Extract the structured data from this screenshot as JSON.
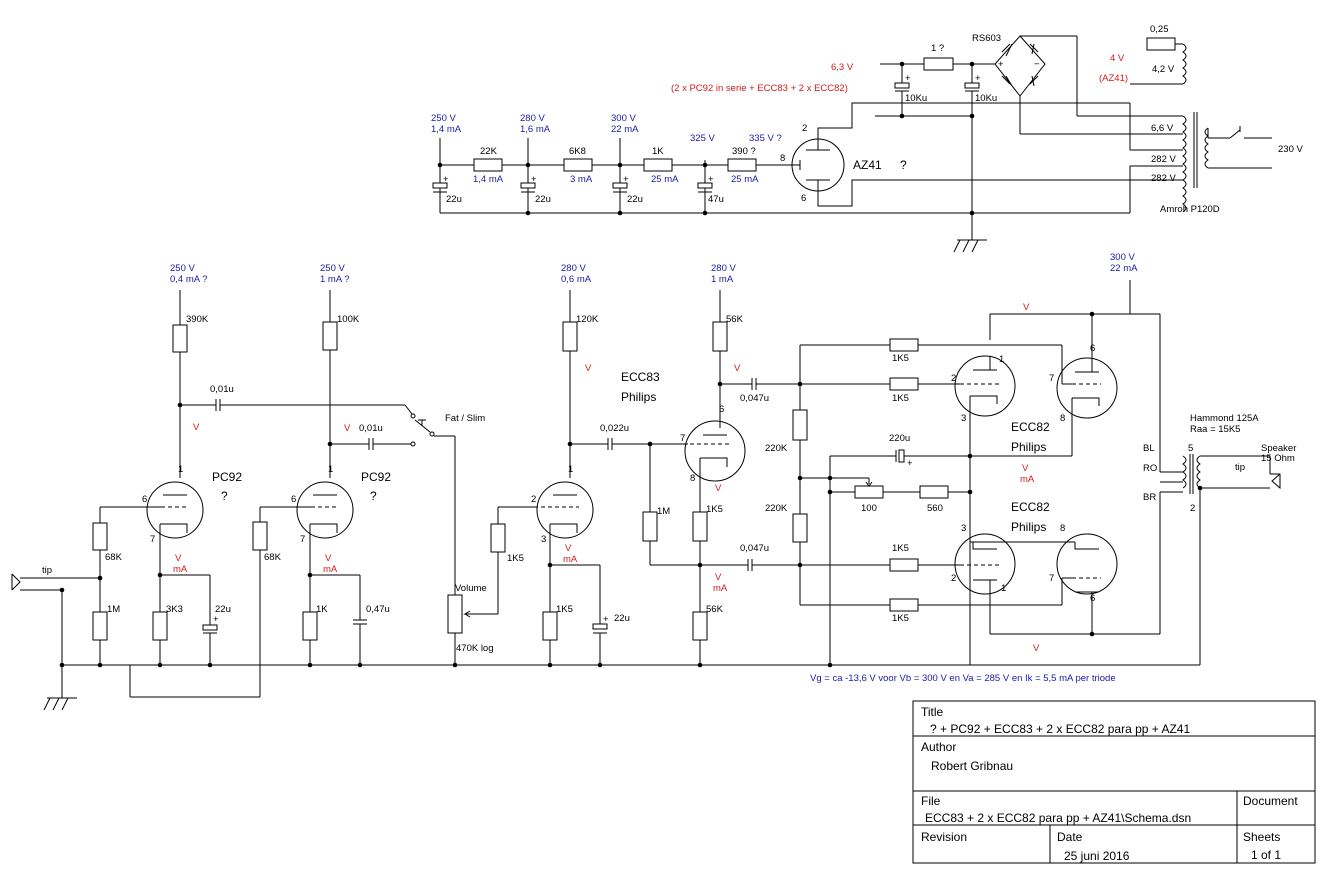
{
  "schematic": {
    "psu": {
      "rect_tube": "AZ41",
      "rect_tube_q": "?",
      "pin2": "2",
      "pin8": "8",
      "pin6": "6",
      "bridge": "RS603",
      "heater_v": "6,3 V",
      "heater_note": "(2 x PC92 in serie + ECC83 + 2 x ECC82)",
      "r_heater": "1 ?",
      "c_heater1": "10Ku",
      "c_heater2": "10Ku",
      "trafo": "Amroh P120D",
      "mains": "230 V",
      "sec_66": "6,6 V",
      "sec_282a": "282 V",
      "sec_282b": "282 V",
      "sec_42": "4,2 V",
      "r_025": "0,25",
      "v_4": "4 V",
      "az41_note": "(AZ41)",
      "nodes": [
        {
          "v": "250 V",
          "i": "1,4 mA"
        },
        {
          "v": "280 V",
          "i": "1,6 mA"
        },
        {
          "v": "300 V",
          "i": "22 mA"
        },
        {
          "v": "325 V",
          "i": ""
        },
        {
          "v": "335 V ?",
          "i": ""
        }
      ],
      "resistors": [
        {
          "val": "22K",
          "i": "1,4 mA"
        },
        {
          "val": "6K8",
          "i": "3 mA"
        },
        {
          "val": "1K",
          "i": "25 mA"
        },
        {
          "val": "390 ?",
          "i": "25 mA"
        }
      ],
      "caps": [
        "22u",
        "22u",
        "22u",
        "47u"
      ]
    },
    "pre1": {
      "tube": "PC92",
      "q": "?",
      "supply_v": "250 V",
      "supply_i": "0,4 mA ?",
      "ra": "390K",
      "cc": "0,01u",
      "v": "V",
      "ma": "mA",
      "rg": "68K",
      "rin": "1M",
      "rk": "3K3",
      "ck": "22u",
      "p1": "1",
      "p6": "6",
      "p7": "7"
    },
    "pre2": {
      "tube": "PC92",
      "q": "?",
      "supply_v": "250 V",
      "supply_i": "1 mA ?",
      "ra": "100K",
      "cc": "0,01u",
      "v": "V",
      "ma": "mA",
      "rg": "68K",
      "rk": "1K",
      "ck": "0,47u",
      "p1": "1",
      "p6": "6",
      "p7": "7"
    },
    "switch_label": "Fat / Slim",
    "input_tip": "tip",
    "volume": {
      "label": "Volume",
      "value": "470K log",
      "rs": "1K5"
    },
    "ecc83": {
      "name": "ECC83",
      "brand": "Philips",
      "supply_a_v": "280 V",
      "supply_a_i": "0,6 mA",
      "supply_b_v": "280 V",
      "supply_b_i": "1 mA",
      "ra1": "120K",
      "ra2": "56K",
      "cc1": "0,022u",
      "rg2": "1M",
      "rk1": "1K5",
      "ck1": "22u",
      "rk2": "1K5",
      "rk3": "56K",
      "v": "V",
      "ma": "mA",
      "p1": "1",
      "p2": "2",
      "p3": "3",
      "p6": "6",
      "p7": "7",
      "p8": "8"
    },
    "pi": {
      "c1": "0,047u",
      "c2": "0,047u",
      "rg1": "220K",
      "rg2": "220K",
      "c220": "220u",
      "r100": "100",
      "r560": "560",
      "rs": [
        "1K5",
        "1K5",
        "1K5",
        "1K5"
      ]
    },
    "ecc82_top": {
      "name": "ECC82",
      "brand": "Philips",
      "v": "V",
      "ma": "mA",
      "p1": "1",
      "p2": "2",
      "p3": "3",
      "p6": "6",
      "p7": "7",
      "p8": "8"
    },
    "ecc82_bot": {
      "name": "ECC82",
      "brand": "Philips",
      "p1": "1",
      "p2": "2",
      "p3": "3",
      "p6": "6",
      "p7": "7",
      "p8": "8"
    },
    "out": {
      "supply_v": "300 V",
      "supply_i": "22 mA",
      "trafo": "Hammond 125A",
      "raa": "Raa = 15K5",
      "bl": "BL",
      "ro": "RO",
      "br": "BR",
      "p5": "5",
      "p2": "2",
      "tip": "tip",
      "spk": "Speaker",
      "spk_ohm": "15 Ohm",
      "v_top": "V",
      "v_bot": "V"
    },
    "note": "Vg = ca -13,6 V voor Vb = 300 V en Va = 285 V en Ik = 5,5 mA per triode"
  },
  "title_block": {
    "title_label": "Title",
    "title_value": "? + PC92 + ECC83 + 2 x ECC82 para pp + AZ41",
    "author_label": "Author",
    "author_value": "Robert Gribnau",
    "file_label": "File",
    "file_value": "ECC83 + 2 x ECC82 para pp + AZ41\\Schema.dsn",
    "document_label": "Document",
    "revision_label": "Revision",
    "date_label": "Date",
    "date_value": "25 juni 2016",
    "sheets_label": "Sheets",
    "sheets_value": "1 of 1"
  }
}
